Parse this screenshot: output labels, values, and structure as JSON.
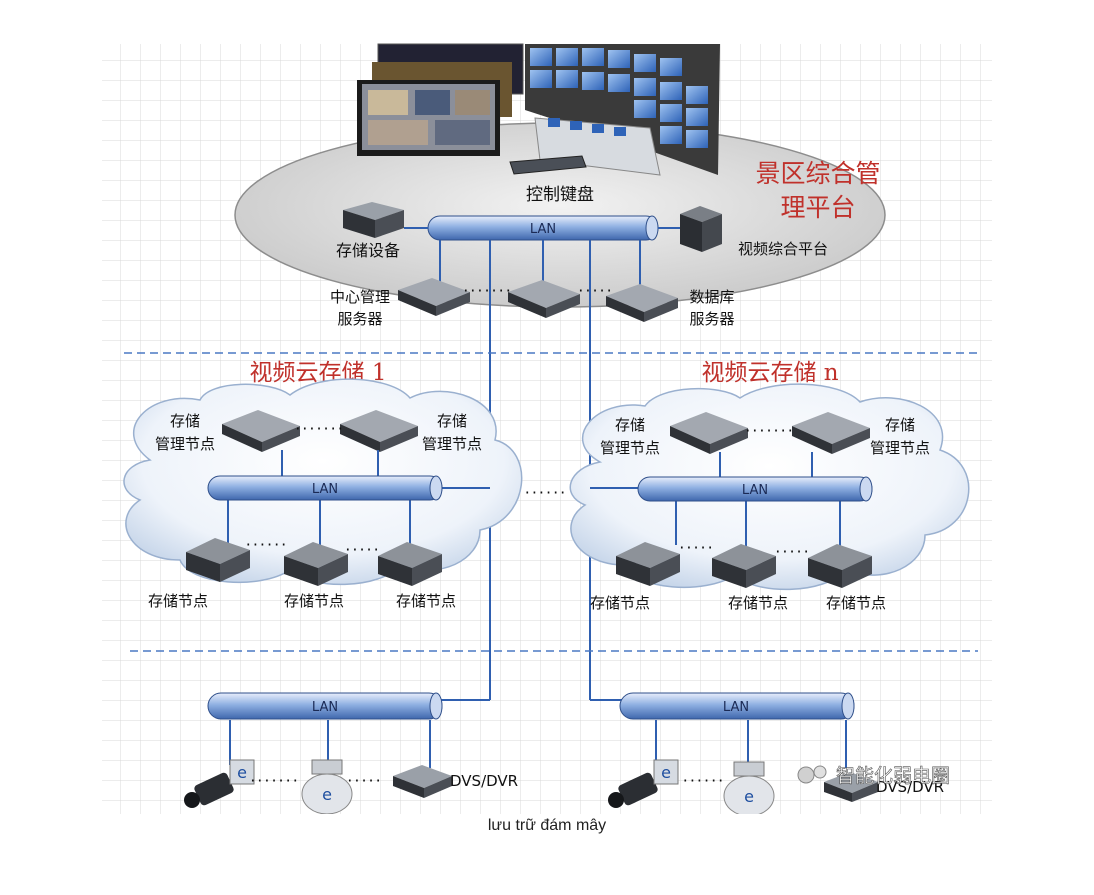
{
  "diagram": {
    "platform_title_line1": "景区综合管",
    "platform_title_line2": "理平台",
    "keyboard_label": "控制键盘",
    "lan_label": "LAN",
    "storage_device_label": "存储设备",
    "video_platform_label": "视频综合平台",
    "central_server_line1": "中心管理",
    "central_server_line2": "服务器",
    "db_server_line1": "数据库",
    "db_server_line2": "服务器",
    "cloud1_title": "视频云存储 1",
    "cloudn_title": "视频云存储 n",
    "mgmt_node_line1": "存储",
    "mgmt_node_line2": "管理节点",
    "storage_node_label": "存储节点",
    "dvr_label": "DVS/DVR",
    "watermark": "智能化弱电圈"
  },
  "caption": "lưu trữ đám mây",
  "colors": {
    "title_red": "#c0312b",
    "pipe_blue": "#7f9fd6",
    "line_blue": "#2f5fb0",
    "dashed": "#4a79c4",
    "grid": "#d9d9d9"
  }
}
